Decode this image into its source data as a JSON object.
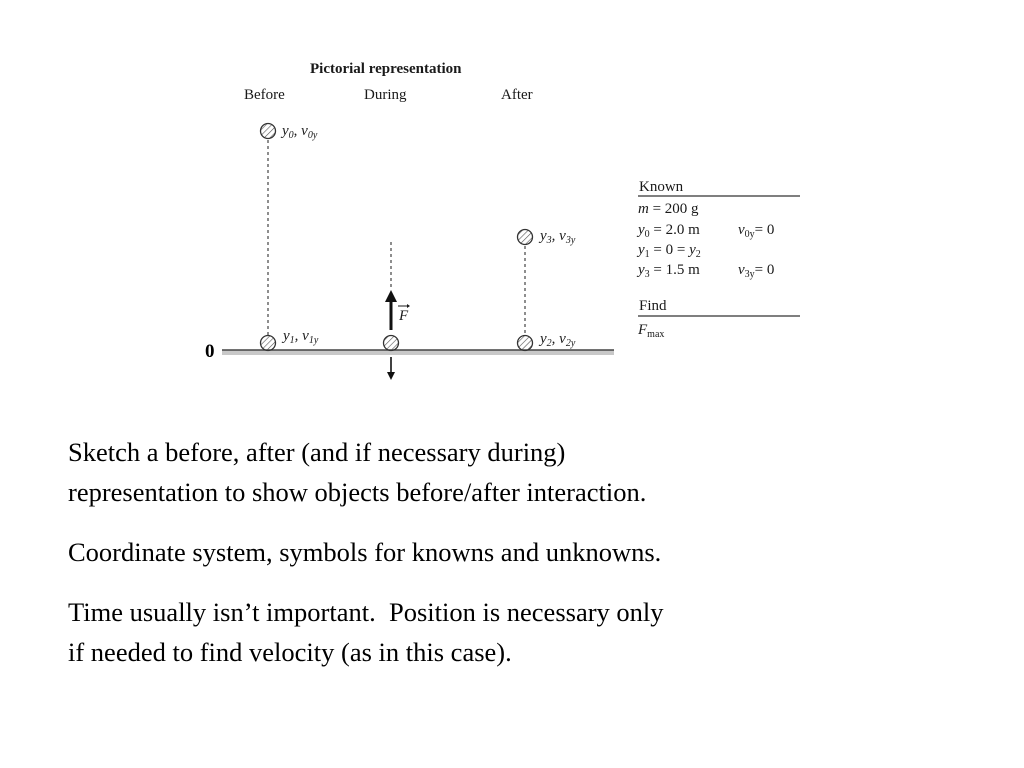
{
  "diagram": {
    "title": "Pictorial representation",
    "phases": [
      "Before",
      "During",
      "After"
    ],
    "origin_label": "0",
    "before": {
      "top": {
        "a": "y",
        "as": "0",
        "b": "v",
        "bs": "0y"
      },
      "bottom": {
        "a": "y",
        "as": "1",
        "b": "v",
        "bs": "1y"
      }
    },
    "during": {
      "force": "F"
    },
    "after": {
      "top": {
        "a": "y",
        "as": "3",
        "b": "v",
        "bs": "3y"
      },
      "bottom": {
        "a": "y",
        "as": "2",
        "b": "v",
        "bs": "2y"
      }
    },
    "known": {
      "header": "Known",
      "m": {
        "sym": "m",
        "rest": " = 200 g"
      },
      "y0": {
        "v": "y",
        "s": "0",
        "rest": " = 2.0 m"
      },
      "v0y": {
        "v": "v",
        "s": "0y",
        "rest": "= 0"
      },
      "y1": {
        "v": "y",
        "s": "1",
        "mid": " = 0 = ",
        "v2": "y",
        "s2": "2"
      },
      "y3": {
        "v": "y",
        "s": "3",
        "rest": " = 1.5 m"
      },
      "v3y": {
        "v": "v",
        "s": "3y",
        "rest": "= 0"
      }
    },
    "find": {
      "header": "Find",
      "sym": "F",
      "sub": "max"
    }
  },
  "body": {
    "p1_l1": "Sketch a before, after (and if necessary during)",
    "p1_l2": "representation to show objects before/after interaction.",
    "p2": "Coordinate system, symbols for knowns and unknowns.",
    "p3_l1": "Time usually isn’t important.  Position is necessary only",
    "p3_l2": "if needed to find velocity (as in this case)."
  }
}
